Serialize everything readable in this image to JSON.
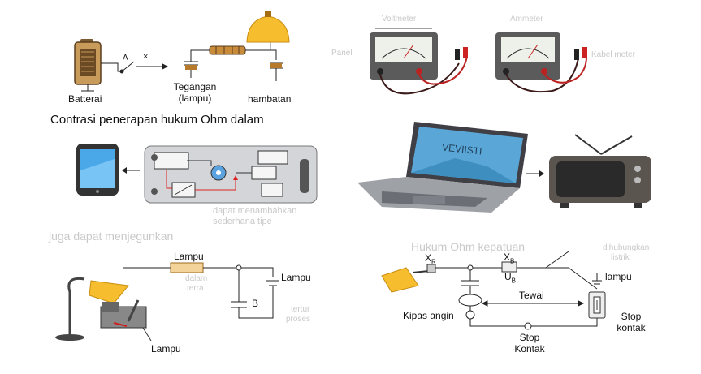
{
  "heading": "Contrasi penerapan hukum Ohm dalam",
  "panel1": {
    "battery": "Batterai",
    "switch_a": "A",
    "switch_x": "×",
    "voltage_line1": "Tegangan",
    "voltage_line2": "(lampu)",
    "resistance": "hambatan"
  },
  "panel2": {
    "meter_left": "Voltmeter",
    "meter_right": "Ammeter",
    "side_left": "Panel",
    "side_right": "Kabel meter"
  },
  "panel3": {
    "faint_line1": "dapat menambahkan",
    "faint_line2": "sederhana tipe"
  },
  "panel4": {
    "screen_text": "VEVIISTI"
  },
  "panel5": {
    "faint_heading": "juga dapat menjegunkan",
    "lamp_top": "Lampu",
    "faint_mid1": "dalam",
    "faint_mid2": "terra",
    "lamp_right": "Lampu",
    "cap_b": "B",
    "lamp_bottom": "Lampu",
    "faint_right1": "tertur",
    "faint_right2": "proses"
  },
  "panel6": {
    "faint_heading": "Hukum Ohm kepatuan",
    "faint_note1": "dihubungkan",
    "faint_note2": "listrik",
    "xr": "X",
    "xr_sub": "R",
    "xb": "X",
    "xb_sub": "B",
    "ub": "U",
    "ub_sub": "B",
    "lampu": "lampu",
    "tewai": "Tewai",
    "kipas": "Kipas angin",
    "stop_right1": "Stop",
    "stop_right2": "kontak",
    "stop_bottom1": "Stop",
    "stop_bottom2": "Kontak"
  }
}
